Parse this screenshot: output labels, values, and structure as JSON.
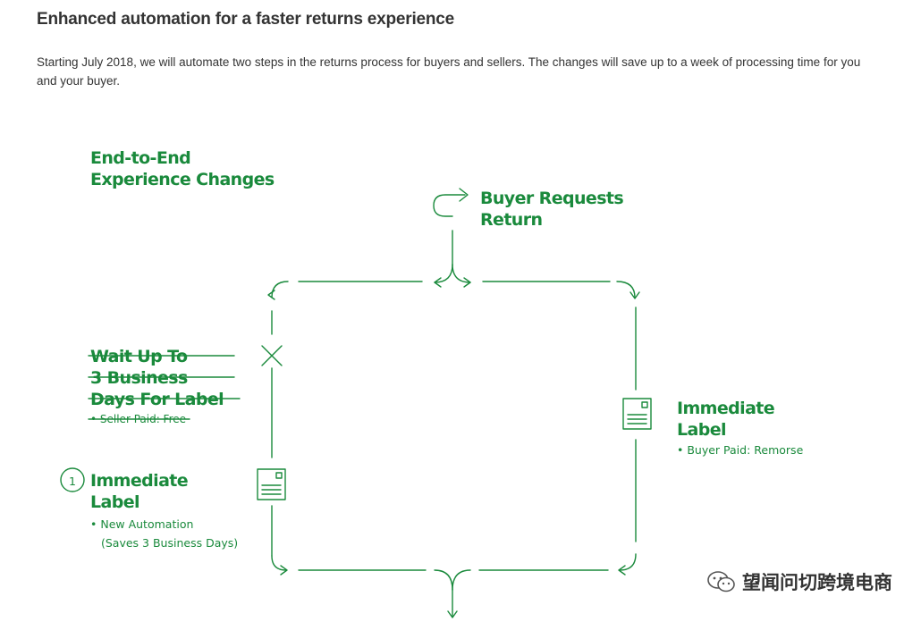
{
  "header": {
    "title": "Enhanced automation for a faster returns experience",
    "intro": "Starting July 2018, we will automate two steps in the returns process for buyers and sellers. The changes will save up to a week of processing time for you and your buyer."
  },
  "diagram": {
    "heading_line1": "End-to-End",
    "heading_line2": "Experience Changes",
    "start_line1": "Buyer Requests",
    "start_line2": "Return",
    "old_line1": "Wait Up To",
    "old_line2": "3 Business",
    "old_line3": "Days For Label",
    "old_note": "• Seller Paid: Free",
    "step_number": "1",
    "left_new_line1": "Immediate",
    "left_new_line2": "Label",
    "left_new_note1": "• New Automation",
    "left_new_note2": "(Saves 3 Business Days)",
    "right_line1": "Immediate",
    "right_line2": "Label",
    "right_note": "• Buyer Paid: Remorse"
  },
  "watermark": {
    "text": "望闻问切跨境电商"
  },
  "colors": {
    "accent": "#1a8a3c",
    "text": "#333333"
  }
}
